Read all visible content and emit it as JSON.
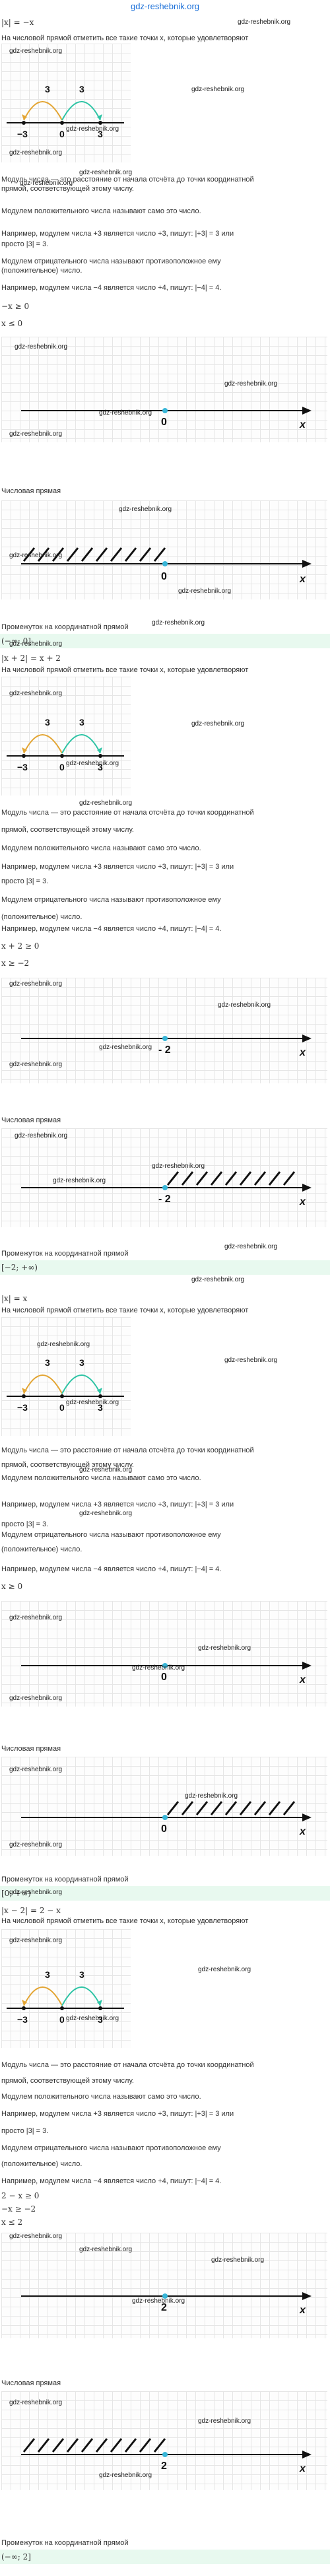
{
  "site_title": "gdz-reshebnik.org",
  "watermark": "gdz-reshebnik.org",
  "sections": [
    {
      "task": "|x| = −x",
      "line_prompt": "На числовой прямой отметить все такие точки x, которые удовлетворяют",
      "line_prompt_cont": "прямой, соответствующей этому числу.",
      "modulus_def": "Модуль числа — это расстояние от начала отсчёта до точки координатной",
      "positive_rule": "Модулем положительного числа называют само это число.",
      "positive_example": "Например, модулем числа +3 является число +3, пишут: |+3| = 3 или",
      "positive_example_cont": "просто |3| = 3.",
      "negative_rule": "Модулем отрицательного числа называют противоположное ему",
      "negative_rule_cont": "(положительное) число.",
      "negative_example": "Например, модулем числа −4 является число +4, пишут: |−4| = 4.",
      "ineq1": "−x ≥ 0",
      "ineq2": "x ≤ 0",
      "point_label": "0",
      "axis_var": "x",
      "number_line_caption": "Числовая прямая",
      "interval_caption": "Промежуток на координатной прямой",
      "answer": "(−∞; 0]",
      "example_nums": [
        "−3",
        "0",
        "3",
        "3",
        "3"
      ]
    },
    {
      "task": "|x + 2| = x + 2",
      "line_prompt": "На числовой прямой отметить все такие точки x, которые удовлетворяют",
      "line_prompt_cont": "прямой, соответствующей этому числу.",
      "modulus_def": "Модуль числа — это расстояние от начала отсчёта до точки координатной",
      "positive_rule": "Модулем положительного числа называют само это число.",
      "positive_example": "Например, модулем числа +3 является число +3, пишут: |+3| = 3 или",
      "positive_example_cont": "просто |3| = 3.",
      "negative_rule": "Модулем отрицательного числа называют противоположное ему",
      "negative_rule_cont": "(положительное) число.",
      "negative_example": "Например, модулем числа −4 является число +4, пишут: |−4| = 4.",
      "ineq1": "x + 2 ≥ 0",
      "ineq2": "x ≥ −2",
      "point_label": "- 2",
      "axis_var": "x",
      "number_line_caption": "Числовая прямая",
      "interval_caption": "Промежуток на координатной прямой",
      "answer": "[−2; +∞)",
      "example_nums": [
        "−3",
        "0",
        "3",
        "3",
        "3"
      ]
    },
    {
      "task": "|x| = x",
      "line_prompt": "На числовой прямой отметить все такие точки x, которые удовлетворяют",
      "line_prompt_cont": "прямой, соответствующей этому числу.",
      "modulus_def": "Модуль числа — это расстояние от начала отсчёта до точки координатной",
      "positive_rule": "Модулем положительного числа называют само это число.",
      "positive_example": "Например, модулем числа +3 является число +3, пишут: |+3| = 3 или",
      "positive_example_cont": "просто |3| = 3.",
      "negative_rule": "Модулем отрицательного числа называют противоположное ему",
      "negative_rule_cont": "(положительное) число.",
      "negative_example": "Например, модулем числа −4 является число +4, пишут: |−4| = 4.",
      "ineq1": "x ≥ 0",
      "ineq2": "",
      "point_label": "0",
      "axis_var": "x",
      "number_line_caption": "Числовая прямая",
      "interval_caption": "Промежуток на координатной прямой",
      "answer": "[0; +∞)",
      "example_nums": [
        "−3",
        "0",
        "3",
        "3",
        "3"
      ]
    },
    {
      "task": "|x − 2| = 2 − x",
      "line_prompt": "На числовой прямой отметить все такие точки x, которые удовлетворяют",
      "line_prompt_cont": "прямой, соответствующей этому числу.",
      "modulus_def": "Модуль числа — это расстояние от начала отсчёта до точки координатной",
      "positive_rule": "Модулем положительного числа называют само это число.",
      "positive_example": "Например, модулем числа +3 является число +3, пишут: |+3| = 3 или",
      "positive_example_cont": "просто |3| = 3.",
      "negative_rule": "Модулем отрицательного числа называют противоположное ему",
      "negative_rule_cont": "(положительное) число.",
      "negative_example": "Например, модулем числа −4 является число +4, пишут: |−4| = 4.",
      "ineq1": "2 − x ≥ 0",
      "ineq2": "−x ≥ −2",
      "ineq3": "x ≤ 2",
      "point_label": "2",
      "axis_var": "x",
      "number_line_caption": "Числовая прямая",
      "interval_caption": "Промежуток на координатной прямой",
      "answer": "(−∞; 2]",
      "example_nums": [
        "−3",
        "0",
        "3",
        "3",
        "3"
      ]
    }
  ]
}
